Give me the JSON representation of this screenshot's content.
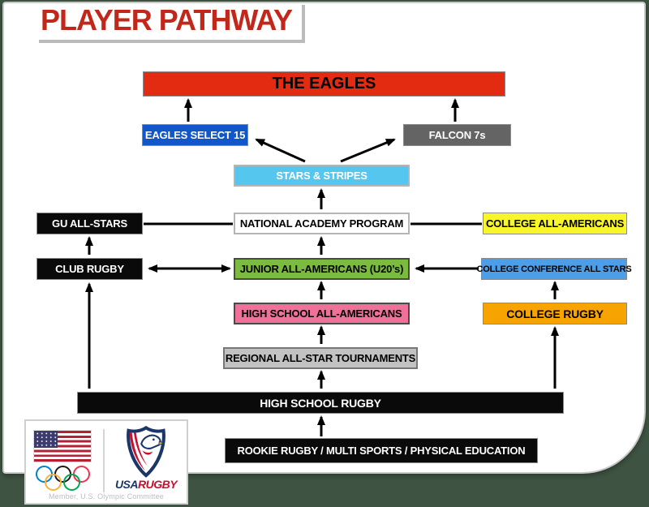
{
  "page": {
    "background": "#3E5342",
    "card_bg": "#FFFFFF"
  },
  "title": {
    "text": "PLAYER PATHWAY",
    "color": "#C1271B"
  },
  "nodes": {
    "the_eagles": {
      "label": "THE EAGLES",
      "bg": "#E32B12",
      "fg": "#000000"
    },
    "eagles_select_15": {
      "label": "EAGLES SELECT 15",
      "bg": "#1257C9",
      "fg": "#FFFFFF"
    },
    "falcon_7s": {
      "label": "FALCON 7s",
      "bg": "#646464",
      "fg": "#FFFFFF"
    },
    "stars_and_stripes": {
      "label": "STARS & STRIPES",
      "bg": "#55C6EE",
      "fg": "#FFFFFF"
    },
    "gu_all_stars": {
      "label": "GU ALL-STARS",
      "bg": "#0A0A0A",
      "fg": "#FFFFFF"
    },
    "national_academy_program": {
      "label": "NATIONAL ACADEMY PROGRAM",
      "bg": "#FFFFFF",
      "fg": "#000000"
    },
    "college_all_americans": {
      "label": "COLLEGE ALL-AMERICANS",
      "bg": "#F8F52A",
      "fg": "#000000"
    },
    "club_rugby": {
      "label": "CLUB RUGBY",
      "bg": "#0A0A0A",
      "fg": "#FFFFFF"
    },
    "junior_all_americans": {
      "label": "JUNIOR ALL-AMERICANS (U20’s)",
      "bg": "#7ABB40",
      "fg": "#000000"
    },
    "college_conference_all_stars": {
      "label": "COLLEGE CONFERENCE ALL STARS",
      "bg": "#4D9EE8",
      "fg": "#000000"
    },
    "high_school_all_americans": {
      "label": "HIGH SCHOOL ALL-AMERICANS",
      "bg": "#EF7098",
      "fg": "#000000"
    },
    "college_rugby": {
      "label": "COLLEGE RUGBY",
      "bg": "#F7A300",
      "fg": "#000000"
    },
    "regional_all_star_tournaments": {
      "label": "REGIONAL ALL-STAR TOURNAMENTS",
      "bg": "#C2C2C2",
      "fg": "#000000"
    },
    "high_school_rugby": {
      "label": "HIGH SCHOOL RUGBY",
      "bg": "#0A0A0A",
      "fg": "#FFFFFF"
    },
    "rookie_rugby": {
      "label": "ROOKIE RUGBY / MULTI SPORTS / PHYSICAL EDUCATION",
      "bg": "#0A0A0A",
      "fg": "#FFFFFF"
    }
  },
  "edges": [
    {
      "from": "eagles_select_15",
      "to": "the_eagles",
      "style": "arrow"
    },
    {
      "from": "falcon_7s",
      "to": "the_eagles",
      "style": "arrow"
    },
    {
      "from": "stars_and_stripes",
      "to": "eagles_select_15",
      "style": "arrow"
    },
    {
      "from": "stars_and_stripes",
      "to": "falcon_7s",
      "style": "arrow"
    },
    {
      "from": "national_academy_program",
      "to": "stars_and_stripes",
      "style": "arrow"
    },
    {
      "from": "gu_all_stars",
      "to": "national_academy_program",
      "style": "line"
    },
    {
      "from": "national_academy_program",
      "to": "college_all_americans",
      "style": "line"
    },
    {
      "from": "club_rugby",
      "to": "gu_all_stars",
      "style": "arrow"
    },
    {
      "from": "junior_all_americans",
      "to": "national_academy_program",
      "style": "arrow"
    },
    {
      "from": "club_rugby",
      "to": "junior_all_americans",
      "style": "double-arrow"
    },
    {
      "from": "college_conference_all_stars",
      "to": "junior_all_americans",
      "style": "arrow"
    },
    {
      "from": "high_school_all_americans",
      "to": "junior_all_americans",
      "style": "arrow"
    },
    {
      "from": "college_rugby",
      "to": "college_conference_all_stars",
      "style": "arrow"
    },
    {
      "from": "regional_all_star_tournaments",
      "to": "high_school_all_americans",
      "style": "arrow"
    },
    {
      "from": "high_school_rugby",
      "to": "regional_all_star_tournaments",
      "style": "arrow"
    },
    {
      "from": "high_school_rugby",
      "to": "club_rugby",
      "style": "arrow"
    },
    {
      "from": "high_school_rugby",
      "to": "college_rugby",
      "style": "arrow"
    },
    {
      "from": "rookie_rugby",
      "to": "high_school_rugby",
      "style": "arrow"
    }
  ],
  "logo_panel": {
    "usa_text": "USA",
    "rugby_text": "RUGBY",
    "usa_color": "#1B3668",
    "rugby_color": "#C8102E",
    "member_text": "Member, U.S. Olympic Committee"
  }
}
